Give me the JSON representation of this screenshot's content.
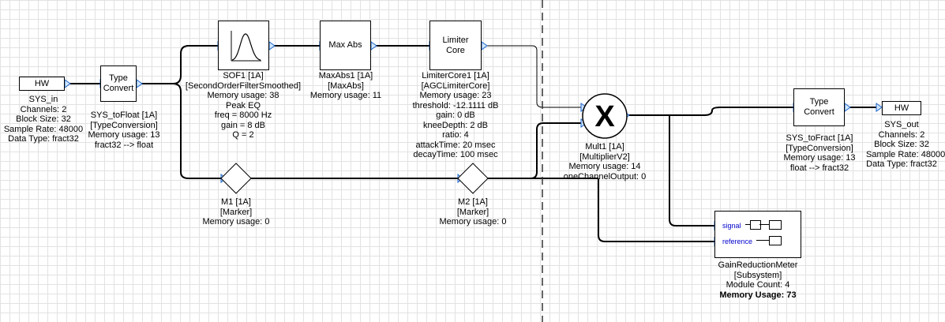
{
  "divider": {
    "style": "dashed"
  },
  "sys_in": {
    "port": "HW",
    "lines": [
      "SYS_in",
      "Channels: 2",
      "Block Size: 32",
      "Sample Rate: 48000",
      "Data Type: fract32"
    ]
  },
  "to_float": {
    "label_1": "Type",
    "label_2": "Convert",
    "lines": [
      "SYS_toFloat [1A]",
      "[TypeConversion]",
      "Memory usage: 13",
      "fract32 --> float"
    ]
  },
  "sof1": {
    "icon": "bell-curve-icon",
    "lines": [
      "SOF1 [1A]",
      "[SecondOrderFilterSmoothed]",
      "Memory usage: 38",
      "Peak EQ",
      "freq = 8000 Hz",
      "gain = 8 dB",
      "Q = 2"
    ]
  },
  "maxabs1": {
    "label": "Max Abs",
    "lines": [
      "MaxAbs1 [1A]",
      "[MaxAbs]",
      "Memory usage: 11"
    ]
  },
  "limiter1": {
    "label_1": "Limiter",
    "label_2": "Core",
    "lines": [
      "LimiterCore1 [1A]",
      "[AGCLimiterCore]",
      "Memory usage: 23",
      "threshold: -12.1111 dB",
      "gain: 0 dB",
      "kneeDepth: 2 dB",
      "ratio: 4",
      "attackTime: 20 msec",
      "decayTime: 100 msec"
    ]
  },
  "mult1": {
    "symbol": "X",
    "lines": [
      "Mult1 [1A]",
      "[MultiplierV2]",
      "Memory usage: 14",
      "oneChannelOutput: 0"
    ]
  },
  "m1": {
    "lines": [
      "M1 [1A]",
      "[Marker]",
      "Memory usage: 0"
    ]
  },
  "m2": {
    "lines": [
      "M2 [1A]",
      "[Marker]",
      "Memory usage: 0"
    ]
  },
  "to_fract": {
    "label_1": "Type",
    "label_2": "Convert",
    "lines": [
      "SYS_toFract [1A]",
      "[TypeConversion]",
      "Memory usage: 13",
      "float --> fract32"
    ]
  },
  "sys_out": {
    "port": "HW",
    "lines": [
      "SYS_out",
      "Channels: 2",
      "Block Size: 32",
      "Sample Rate: 48000",
      "Data Type: fract32"
    ]
  },
  "grm": {
    "port_signal": "signal",
    "port_reference": "reference",
    "lines": [
      "GainReductionMeter",
      "[Subsystem]",
      "Module Count: 4"
    ],
    "memory": "Memory Usage: 73"
  },
  "colors": {
    "wire": "#000000",
    "port": "#1e64c8",
    "port_fill": "#cfe6ff",
    "divider": "#333333"
  }
}
